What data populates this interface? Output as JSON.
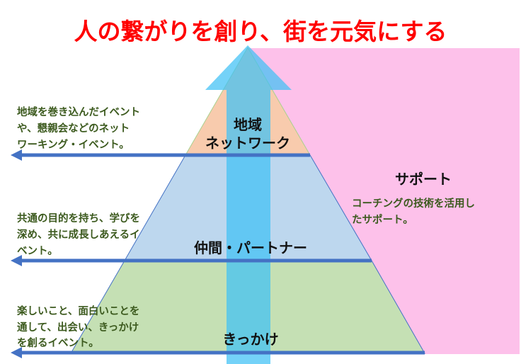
{
  "title": "人の繋がりを創り、街を元気にする",
  "levels": {
    "top": {
      "label_line1": "地域",
      "label_line2": "ネットワーク",
      "color": "#f8cbad"
    },
    "middle": {
      "label": "仲間・パートナー",
      "color": "#bdd7ee"
    },
    "bottom": {
      "label": "きっかけ",
      "color": "#c5e0b4"
    }
  },
  "descriptions": {
    "top": [
      "地域を巻き込んだイベント",
      "や、懇親会などのネット",
      "ワーキング・イベント。"
    ],
    "middle": [
      "共通の目的を持ち、学びを",
      "深め、共に成長しあえるイ",
      "ベント。"
    ],
    "bottom": [
      "楽しいこと、面白いことを",
      "通して、出会い、きっかけ",
      "を創るイベント。"
    ]
  },
  "support": {
    "title": "サポート",
    "lines": [
      "コーチングの技術を活用し",
      "たサポート。"
    ],
    "color": "#fdc1ea"
  },
  "colors": {
    "arrow": "#4fc3f0",
    "line": "#4472c4",
    "title": "#ff0000"
  }
}
